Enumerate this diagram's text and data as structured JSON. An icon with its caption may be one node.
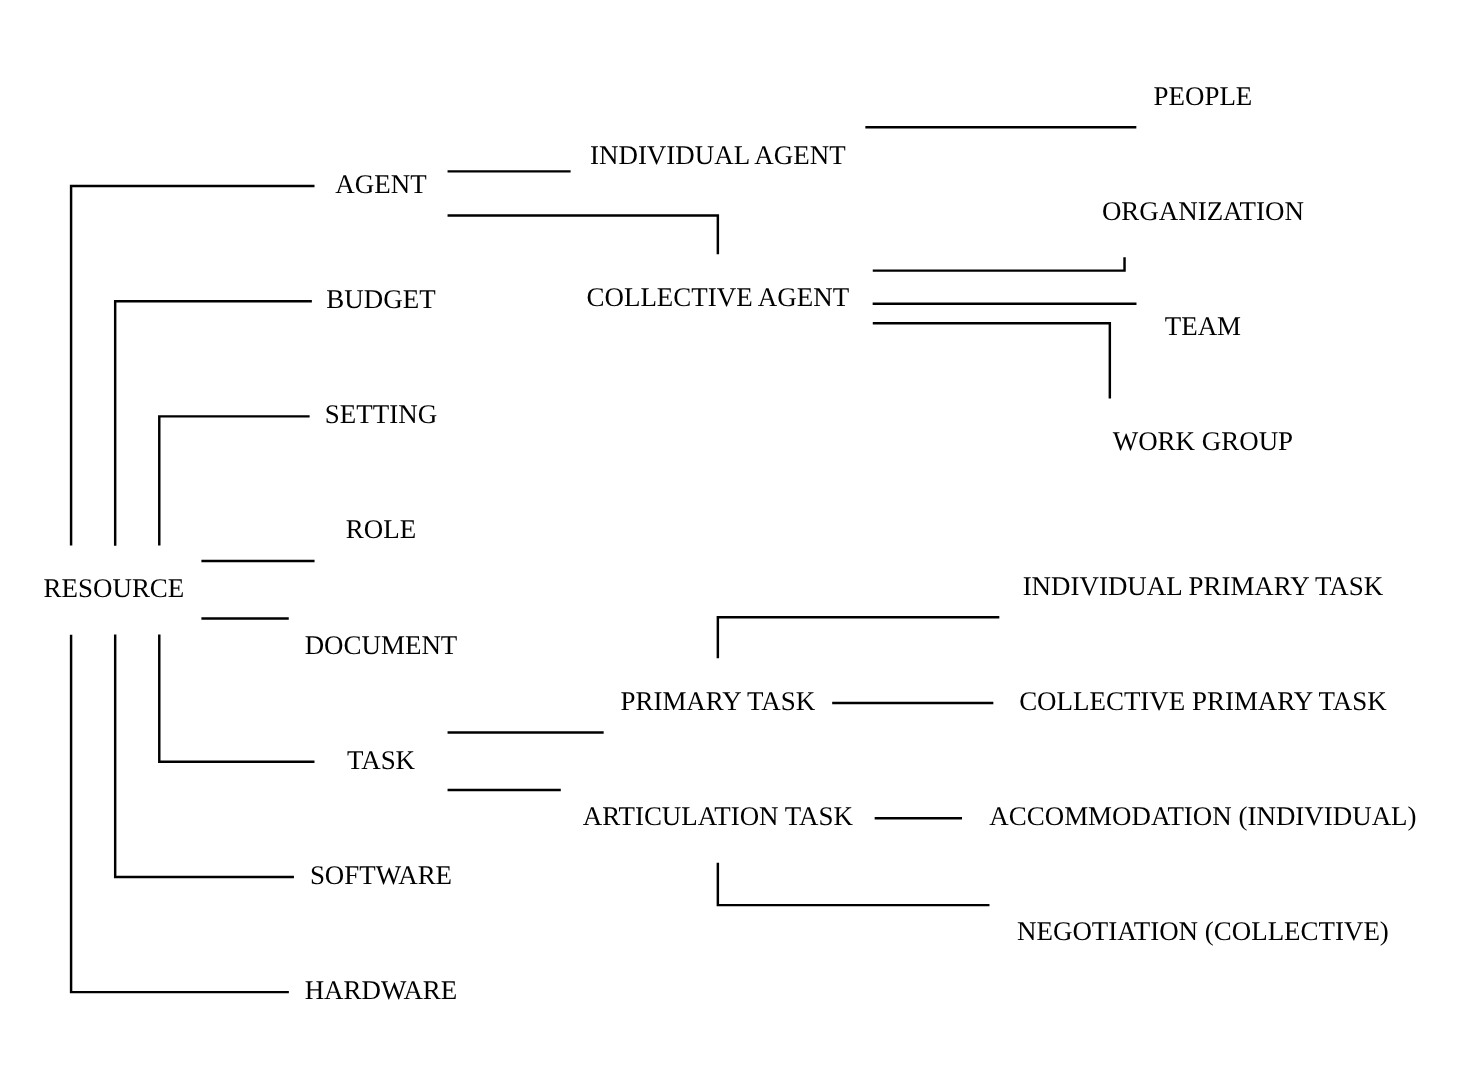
{
  "diagram": {
    "nodes": [
      {
        "text": [
          "RESOURCE"
        ]
      },
      {
        "text": [
          "AGENT"
        ]
      },
      {
        "text": [
          "BUDGET"
        ]
      },
      {
        "text": [
          "SETTING"
        ]
      },
      {
        "text": [
          "ROLE"
        ]
      },
      {
        "text": [
          "DOCUMENT"
        ]
      },
      {
        "text": [
          "TASK"
        ]
      },
      {
        "text": [
          "SOFTWARE"
        ]
      },
      {
        "text": [
          "HARDWARE"
        ]
      },
      {
        "text": [
          "INDIVIDUAL AGENT"
        ]
      },
      {
        "text": [
          "COLLECTIVE AGENT"
        ]
      },
      {
        "text": [
          "PEOPLE"
        ]
      },
      {
        "text": [
          "ORGANIZATION"
        ]
      },
      {
        "text": [
          "TEAM"
        ]
      },
      {
        "text": [
          "WORK GROUP"
        ]
      },
      {
        "text": [
          "PRIMARY TASK"
        ]
      },
      {
        "text": [
          "ARTICULATION TASK"
        ]
      },
      {
        "text": [
          "INDIVIDUAL PRIMARY TASK"
        ]
      },
      {
        "text": [
          "COLLECTIVE PRIMARY TASK"
        ]
      },
      {
        "text": [
          "ACCOMMODATION (INDIVIDUAL)"
        ]
      },
      {
        "text": [
          "NEGOTIATION (COLLECTIVE)"
        ]
      }
    ],
    "edges": [
      {
        "from": 0,
        "to": 1,
        "arrow": "none"
      },
      {
        "from": 0,
        "to": 2,
        "arrow": "none"
      },
      {
        "from": 0,
        "to": 3,
        "arrow": "none"
      },
      {
        "from": 0,
        "to": 4,
        "arrow": "none"
      },
      {
        "from": 0,
        "to": 5,
        "arrow": "none"
      },
      {
        "from": 0,
        "to": 6,
        "arrow": "none"
      },
      {
        "from": 0,
        "to": 7,
        "arrow": "none"
      },
      {
        "from": 0,
        "to": 8,
        "arrow": "none"
      },
      {
        "from": 1,
        "to": 9,
        "arrow": "none"
      },
      {
        "from": 1,
        "to": 10,
        "arrow": "none"
      },
      {
        "from": 9,
        "to": 11,
        "arrow": "none"
      },
      {
        "from": 10,
        "to": 12,
        "arrow": "none"
      },
      {
        "from": 10,
        "to": 13,
        "arrow": "none"
      },
      {
        "from": 10,
        "to": 14,
        "arrow": "none"
      },
      {
        "from": 6,
        "to": 15,
        "arrow": "none"
      },
      {
        "from": 6,
        "to": 16,
        "arrow": "none"
      },
      {
        "from": 15,
        "to": 17,
        "arrow": "none"
      },
      {
        "from": 15,
        "to": 18,
        "arrow": "none"
      },
      {
        "from": 16,
        "to": 19,
        "arrow": "none"
      },
      {
        "from": 16,
        "to": 20,
        "arrow": "none"
      }
    ]
  }
}
